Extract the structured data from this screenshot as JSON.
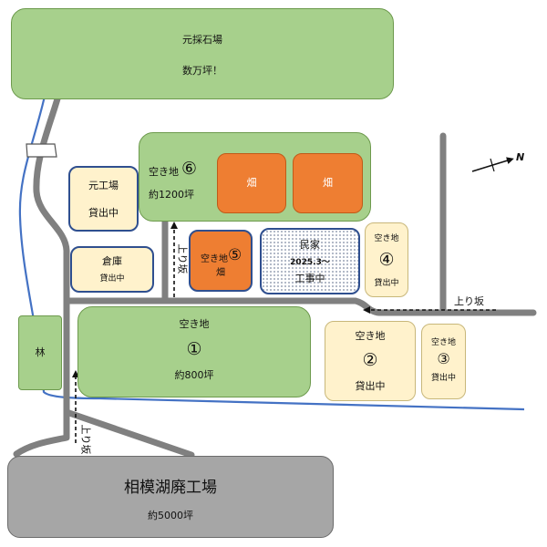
{
  "lots": {
    "quarry": {
      "name": "元採石場",
      "size": "数万坪！"
    },
    "former_factory": {
      "name": "元工場",
      "status": "貸出中"
    },
    "warehouse": {
      "name": "倉庫",
      "status": "貸出中"
    },
    "lot6": {
      "name": "空き地",
      "number": "⑥",
      "size": "約1200坪"
    },
    "field_a": {
      "name": "畑"
    },
    "field_b": {
      "name": "畑"
    },
    "lot5": {
      "name": "空き地",
      "number": "⑤",
      "use": "畑"
    },
    "house": {
      "name": "民家",
      "date": "2025.3～",
      "status": "工事中"
    },
    "lot4": {
      "name": "空き地",
      "number": "④",
      "status": "貸出中"
    },
    "forest": {
      "name": "林"
    },
    "lot1": {
      "name": "空き地",
      "number": "①",
      "size": "約800坪"
    },
    "lot2": {
      "name": "空き地",
      "number": "②",
      "status": "貸出中"
    },
    "lot3": {
      "name": "空き地",
      "number": "③",
      "status": "貸出中"
    },
    "main_factory": {
      "name": "相模湖廃工場",
      "size": "約5000坪"
    }
  },
  "slopes": {
    "upper_center": "上り坂",
    "right": "上り坂",
    "lower_left": "上り坂"
  },
  "compass": {
    "label": "N"
  },
  "colors": {
    "land_green": "#a7d08c",
    "field_orange": "#ee7e32",
    "rented_cream": "#fff2cc",
    "factory_grey": "#a6a6a6",
    "road_grey": "#808080",
    "river_blue": "#4472c4",
    "outline_blue": "#2f4f8f"
  }
}
